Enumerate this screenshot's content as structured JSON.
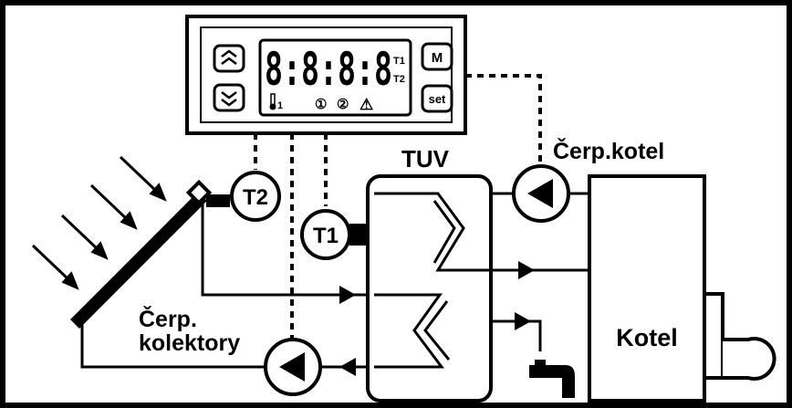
{
  "controller": {
    "display_digits": "8:8:8:8",
    "indicator_t1": "T1",
    "indicator_t2": "T2",
    "thermo_indicator": "1",
    "indicator_1": "①",
    "indicator_2": "②",
    "warning_glyph": "⚠",
    "button_up_icon": "double-chevron-up-icon",
    "button_down_icon": "double-chevron-down-icon",
    "button_m": "M",
    "button_set": "set"
  },
  "sensors": {
    "t1": "T1",
    "t2": "T2"
  },
  "labels": {
    "tank": "TUV",
    "boiler_pump": "Čerp.kotel",
    "collector_pump_line1": "Čerp.",
    "collector_pump_line2": "kolektory",
    "boiler": "Kotel"
  },
  "colors": {
    "background": "#000000",
    "panel": "#ffffff",
    "line": "#000000"
  }
}
